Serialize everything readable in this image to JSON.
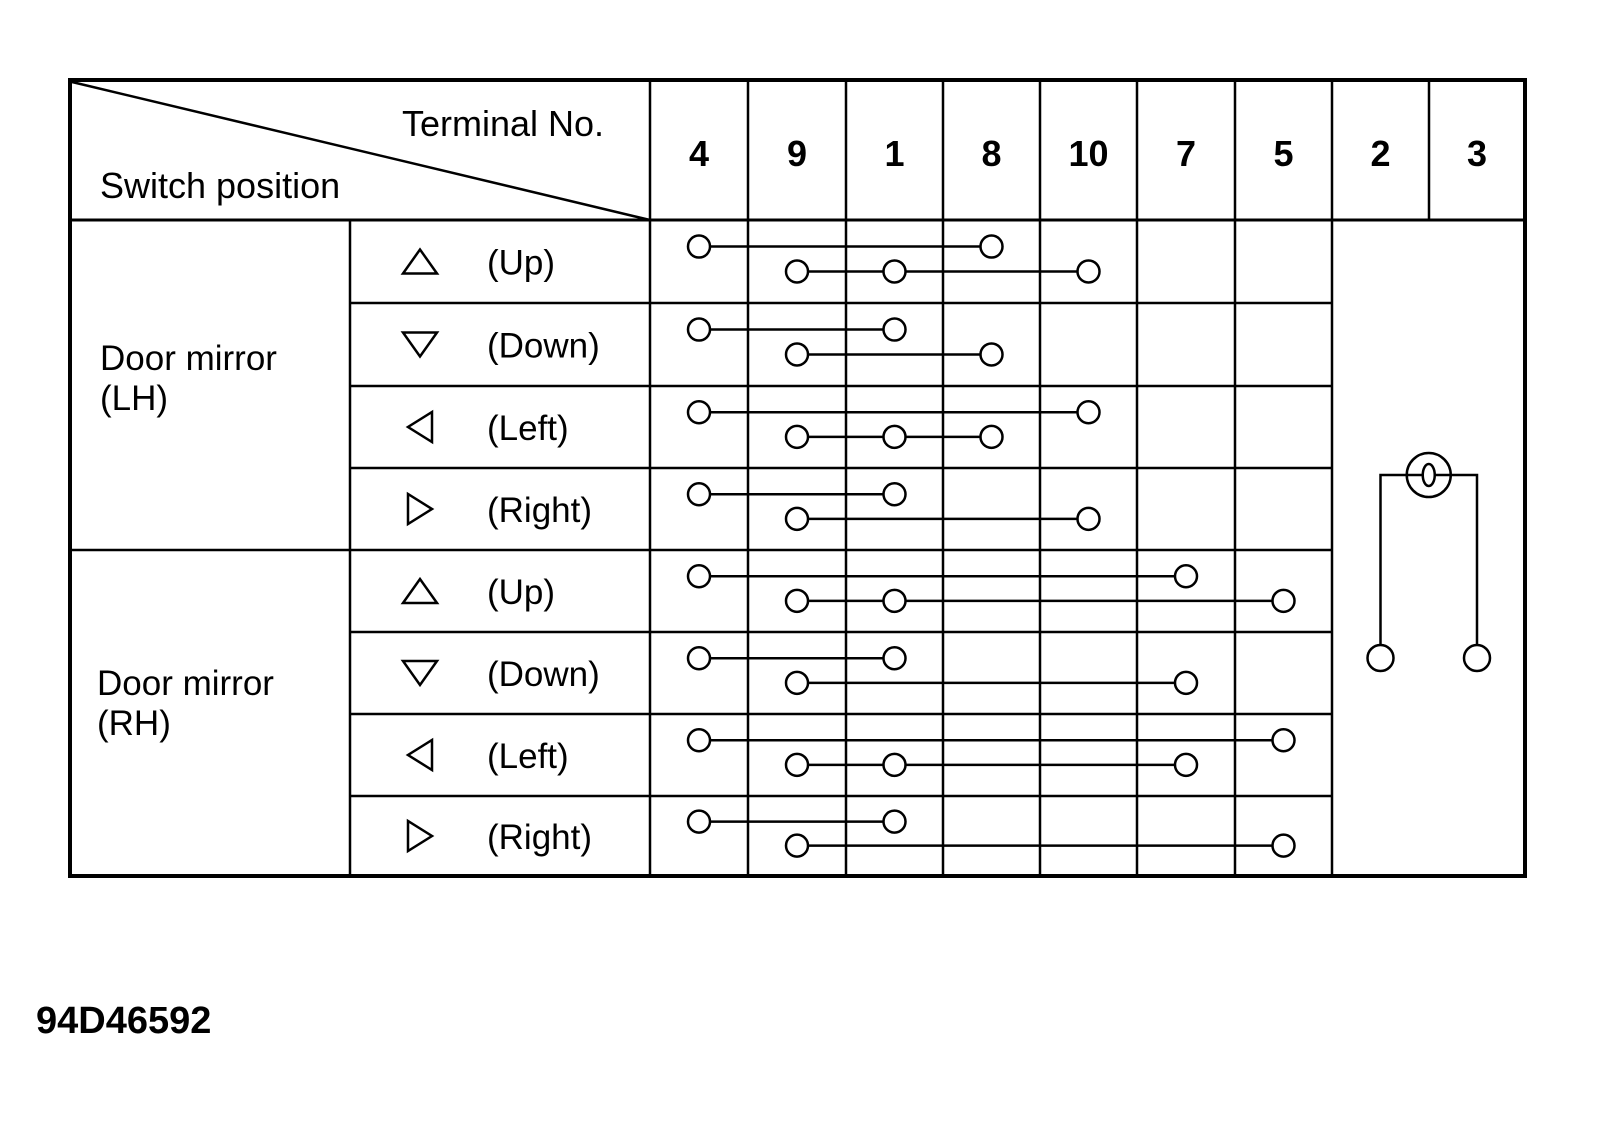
{
  "header": {
    "terminal_label": "Terminal No.",
    "switch_label": "Switch position"
  },
  "terminals": [
    "4",
    "9",
    "1",
    "8",
    "10",
    "7",
    "5",
    "2",
    "3"
  ],
  "groups": [
    {
      "line1": "Door mirror",
      "line2": "(LH)"
    },
    {
      "line1": "Door mirror",
      "line2": "(RH)"
    }
  ],
  "rows": [
    {
      "group": 0,
      "direction": "up",
      "label": "(Up)",
      "connections": [
        [
          "4",
          "8"
        ],
        [
          "9",
          "1",
          "10"
        ]
      ]
    },
    {
      "group": 0,
      "direction": "down",
      "label": "(Down)",
      "connections": [
        [
          "4",
          "1"
        ],
        [
          "9",
          "8"
        ]
      ]
    },
    {
      "group": 0,
      "direction": "left",
      "label": "(Left)",
      "connections": [
        [
          "4",
          "10"
        ],
        [
          "9",
          "1",
          "8"
        ]
      ]
    },
    {
      "group": 0,
      "direction": "right",
      "label": "(Right)",
      "connections": [
        [
          "4",
          "1"
        ],
        [
          "9",
          "10"
        ]
      ]
    },
    {
      "group": 1,
      "direction": "up",
      "label": "(Up)",
      "connections": [
        [
          "4",
          "7"
        ],
        [
          "9",
          "1",
          "5"
        ]
      ]
    },
    {
      "group": 1,
      "direction": "down",
      "label": "(Down)",
      "connections": [
        [
          "4",
          "1"
        ],
        [
          "9",
          "7"
        ]
      ]
    },
    {
      "group": 1,
      "direction": "left",
      "label": "(Left)",
      "connections": [
        [
          "4",
          "5"
        ],
        [
          "9",
          "1",
          "7"
        ]
      ]
    },
    {
      "group": 1,
      "direction": "right",
      "label": "(Right)",
      "connections": [
        [
          "4",
          "1"
        ],
        [
          "9",
          "5"
        ]
      ]
    }
  ],
  "illumination": {
    "terminals": [
      "2",
      "3"
    ],
    "icon": "lamp-icon"
  },
  "reference_code": "94D46592"
}
